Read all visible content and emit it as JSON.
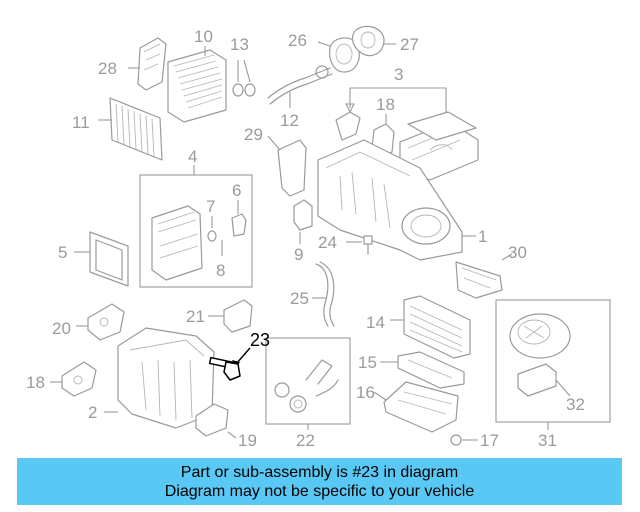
{
  "diagram": {
    "callouts": [
      "1",
      "2",
      "3",
      "4",
      "5",
      "6",
      "7",
      "8",
      "9",
      "10",
      "11",
      "12",
      "13",
      "14",
      "15",
      "16",
      "17",
      "18",
      "18",
      "19",
      "20",
      "21",
      "22",
      "23",
      "24",
      "25",
      "26",
      "27",
      "28",
      "29",
      "30",
      "31",
      "32"
    ],
    "highlighted_part": "23"
  },
  "banner": {
    "line1": "Part or sub-assembly is #23 in diagram",
    "line2": "Diagram may not be specific to your vehicle",
    "background_color": "#5ac8f5"
  }
}
